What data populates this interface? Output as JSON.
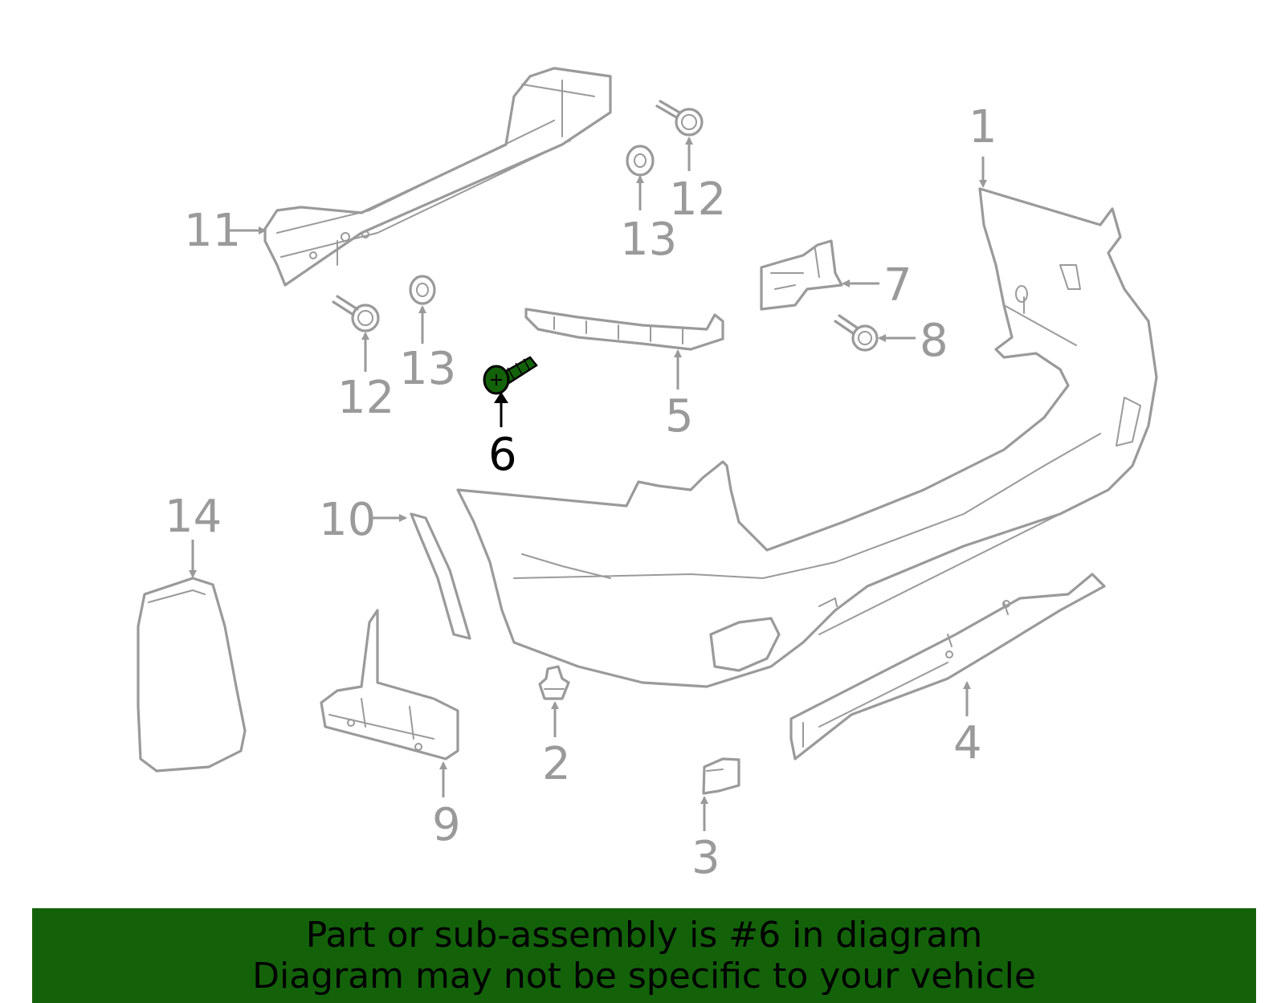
{
  "highlight_color": "#13620a",
  "highlighted_part": "6",
  "callouts": {
    "c1": "1",
    "c2": "2",
    "c3": "3",
    "c4": "4",
    "c5": "5",
    "c6": "6",
    "c7": "7",
    "c8": "8",
    "c9": "9",
    "c10": "10",
    "c11": "11",
    "c12a": "12",
    "c12b": "12",
    "c13a": "13",
    "c13b": "13",
    "c14": "14"
  },
  "banner": {
    "line1": "Part or sub-assembly is #6 in diagram",
    "line2": "Diagram may not be specific to your vehicle"
  }
}
